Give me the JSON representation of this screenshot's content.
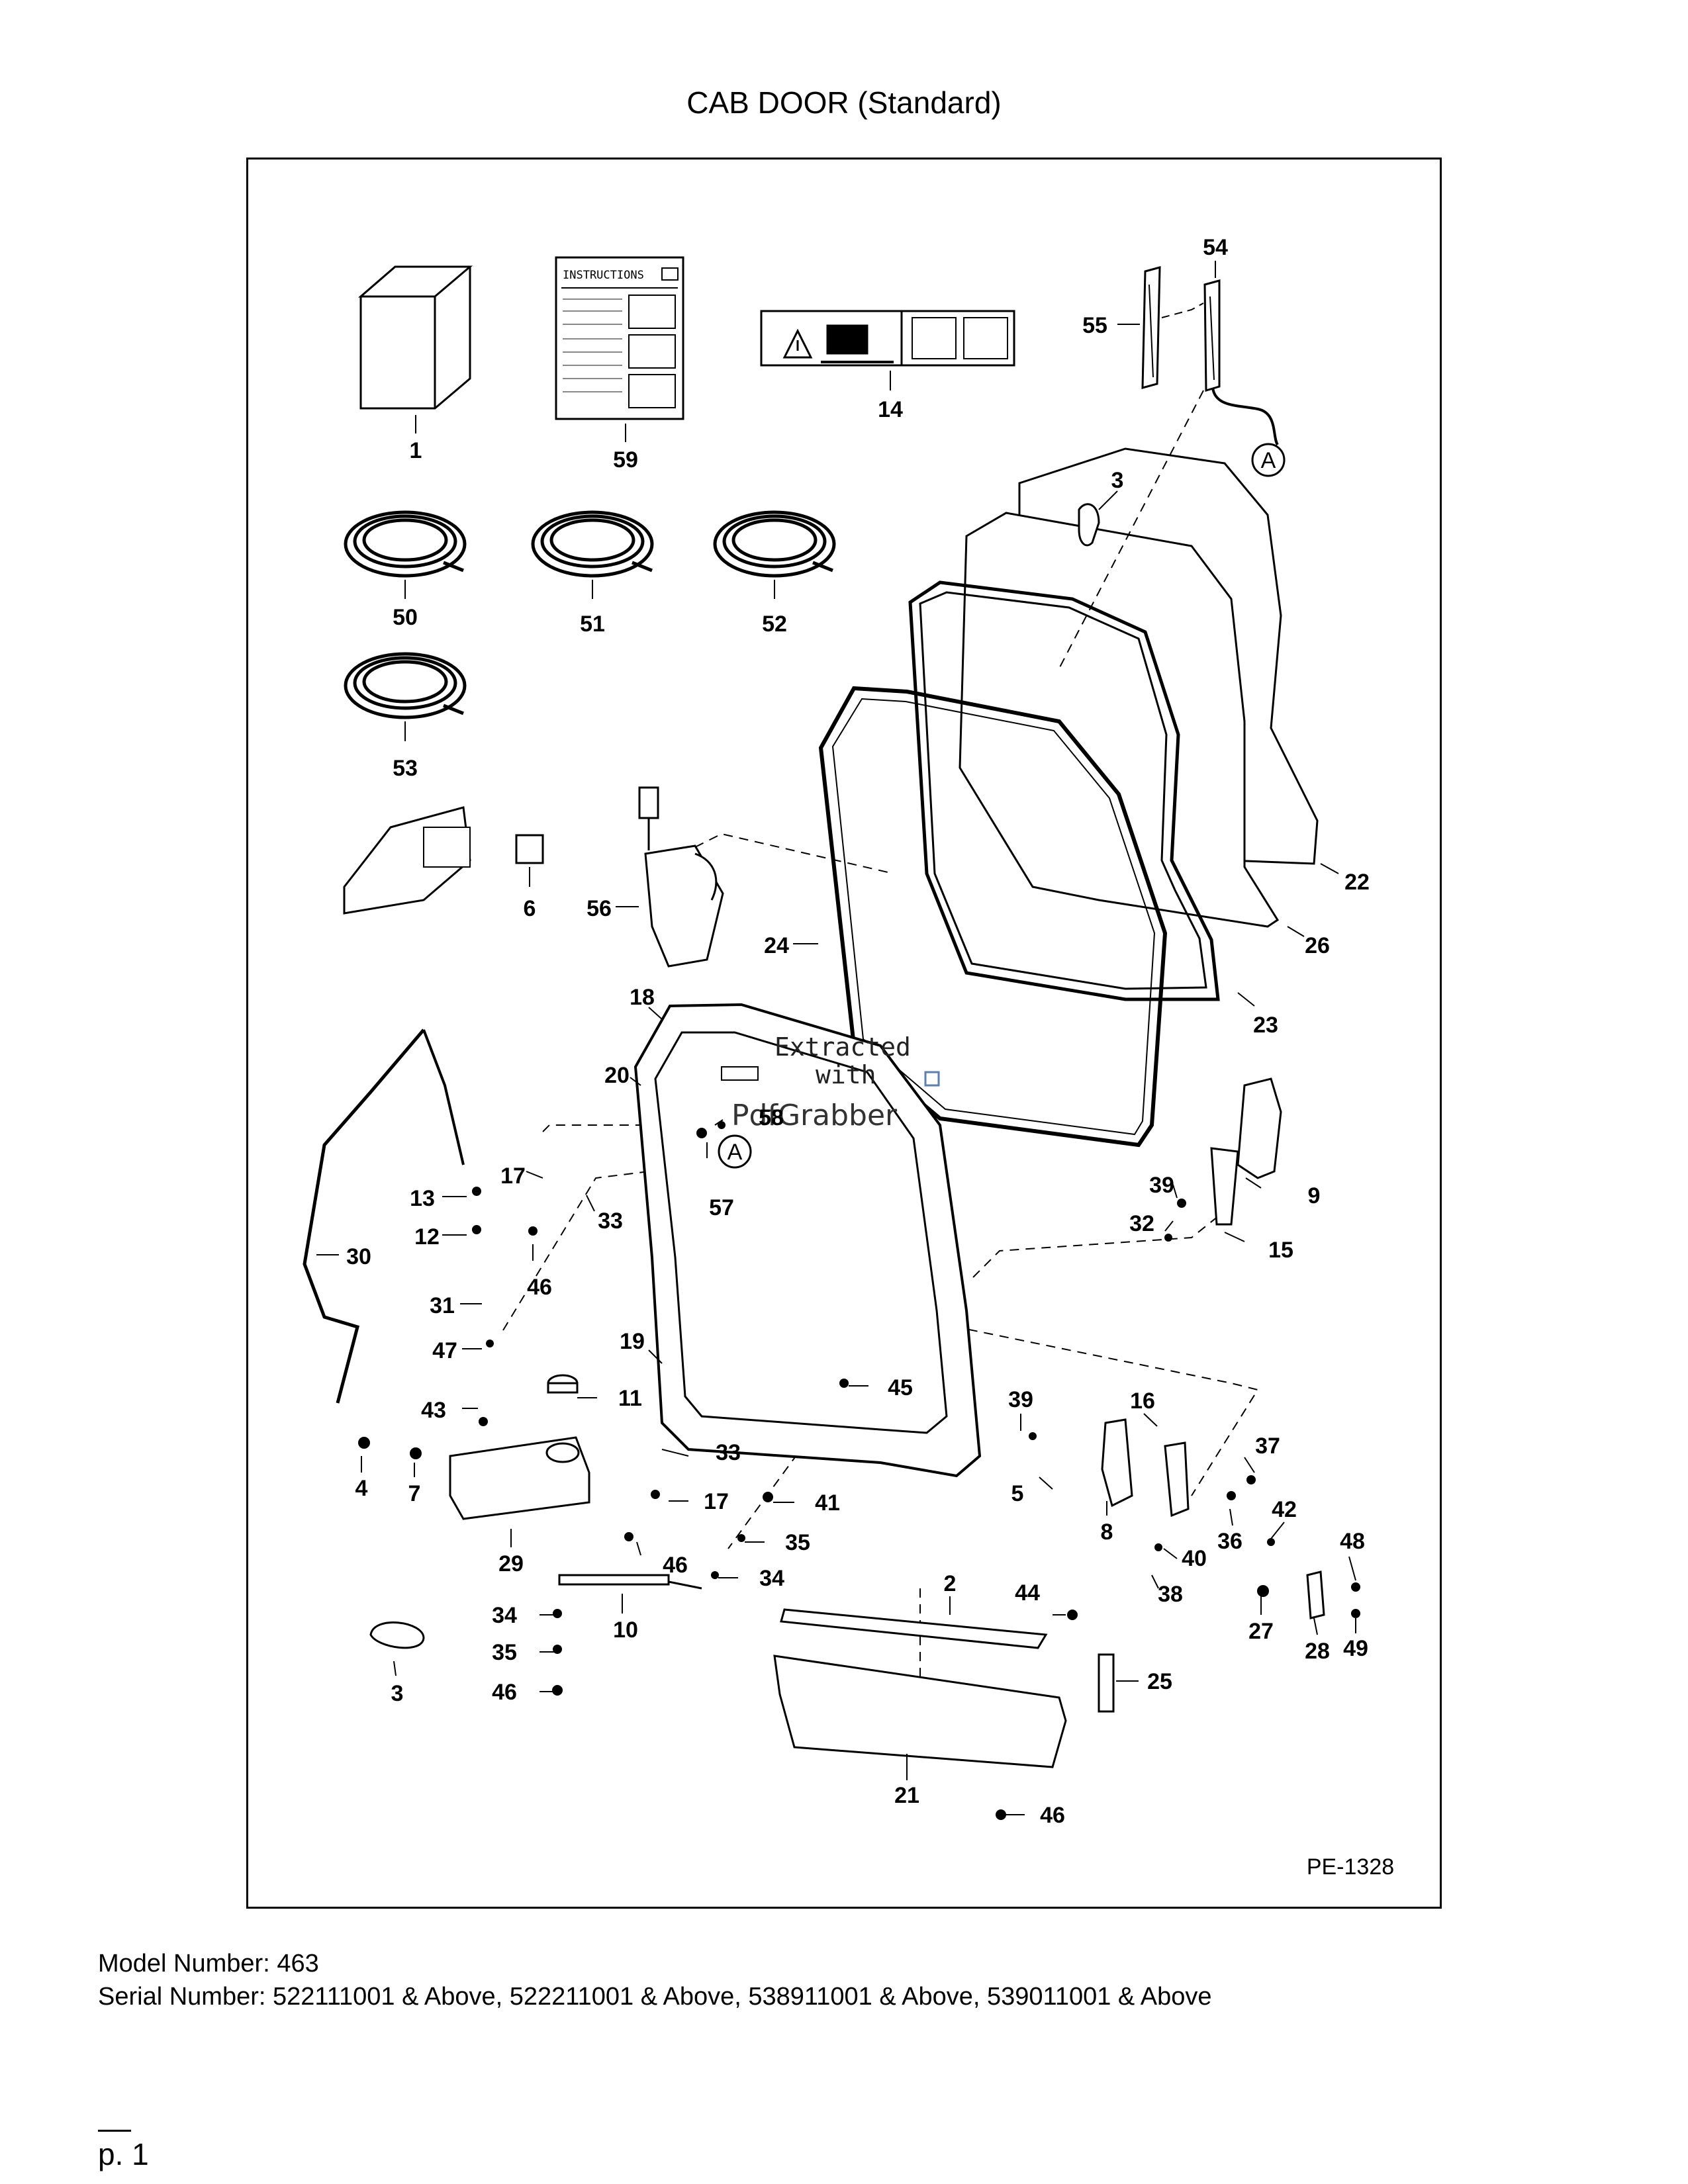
{
  "page": {
    "title": "CAB DOOR (Standard)",
    "figure_ref": "PE-1328",
    "model_line": "Model Number: 463",
    "serial_line": "Serial Number: 522111001 & Above, 522211001 & Above, 538911001 & Above, 539011001 & Above",
    "page_number": "p. 1"
  },
  "decals": {
    "instructions": "INSTRUCTIONS"
  },
  "watermark": {
    "line1": "Extracted",
    "line2": "with",
    "line3": "PdfGrabber"
  },
  "references": {
    "a_top": "A",
    "a_mid": "A"
  },
  "callouts": {
    "c1": "1",
    "c59": "59",
    "c14": "14",
    "c54": "54",
    "c55": "55",
    "c3a": "3",
    "c50": "50",
    "c51": "51",
    "c52": "52",
    "c53": "53",
    "c22": "22",
    "c6": "6",
    "c56": "56",
    "c24": "24",
    "c26": "26",
    "c23": "23",
    "c18": "18",
    "c20": "20",
    "c58": "58",
    "c57": "57",
    "c17a": "17",
    "c33a": "33",
    "c13": "13",
    "c12": "12",
    "c46a": "46",
    "c30": "30",
    "c31": "31",
    "c47": "47",
    "c9": "9",
    "c39a": "39",
    "c32": "32",
    "c15": "15",
    "c19": "19",
    "c11": "11",
    "c45": "45",
    "c43": "43",
    "c33b": "33",
    "c4": "4",
    "c7": "7",
    "c17b": "17",
    "c41": "41",
    "c29": "29",
    "c46b": "46",
    "c35a": "35",
    "c34a": "34",
    "c39b": "39",
    "c16": "16",
    "c37": "37",
    "c5": "5",
    "c8": "8",
    "c36": "36",
    "c42": "42",
    "c40": "40",
    "c48": "48",
    "c38": "38",
    "c27": "27",
    "c28": "28",
    "c49": "49",
    "c10": "10",
    "c2": "2",
    "c44": "44",
    "c34b": "34",
    "c35b": "35",
    "c3b": "3",
    "c46c": "46",
    "c25": "25",
    "c21": "21",
    "c46d": "46"
  }
}
